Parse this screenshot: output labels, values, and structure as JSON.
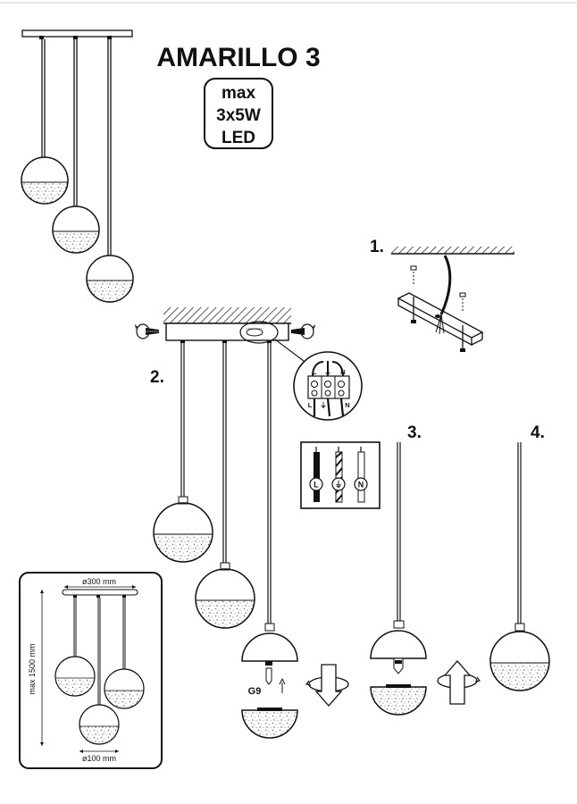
{
  "product": {
    "title": "AMARILLO 3",
    "spec_lines": [
      "max",
      "3x5W",
      "LED"
    ]
  },
  "steps": [
    "1.",
    "2.",
    "3.",
    "4."
  ],
  "wiring": {
    "terminal_labels_top": [
      "L",
      "⏚",
      "N"
    ],
    "terminal_labels_bottom": [
      "L",
      "⏚",
      "N"
    ],
    "wire_badges": [
      "L",
      "⏚",
      "N"
    ]
  },
  "bulb": {
    "socket_label": "G9"
  },
  "dimensions": {
    "canopy_diameter": "ø300 mm",
    "max_height": "max 1500 mm",
    "shade_diameter": "ø100 mm"
  },
  "colors": {
    "line": "#111111",
    "glitter": "#777777",
    "background": "#ffffff"
  }
}
